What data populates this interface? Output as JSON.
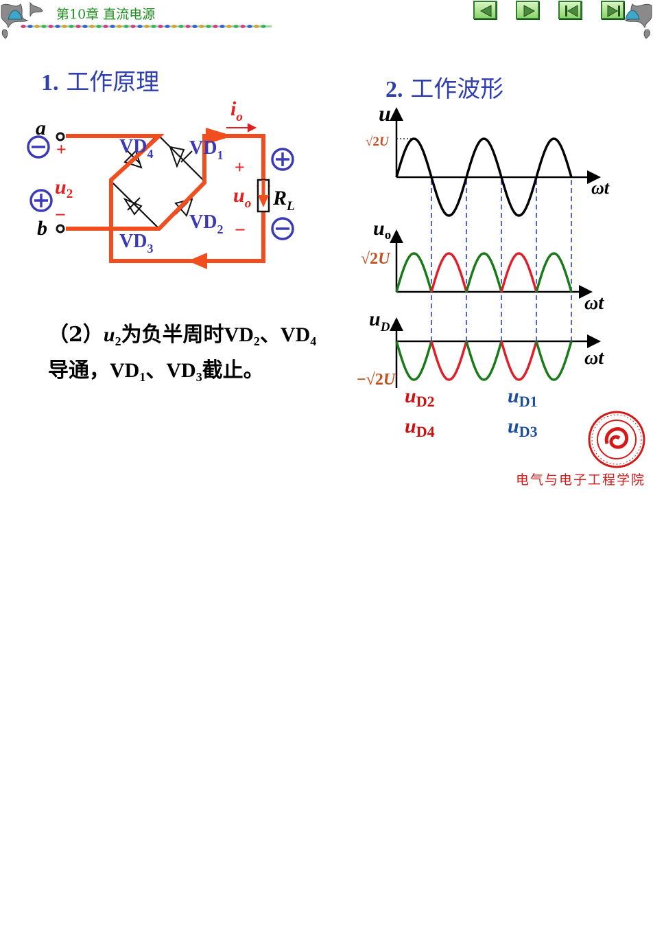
{
  "header": {
    "chapter": "第10章  直流电源",
    "nav": [
      "previous",
      "next",
      "first",
      "last"
    ]
  },
  "section1": {
    "num": "1.",
    "title": "工作原理"
  },
  "section2": {
    "num": "2.",
    "title": "工作波形"
  },
  "circuit": {
    "terminal_a": "a",
    "terminal_b": "b",
    "input_voltage": "u",
    "input_voltage_sub": "2",
    "output_current": "i",
    "output_current_sub": "o",
    "output_voltage": "u",
    "output_voltage_sub": "o",
    "load": "R",
    "load_sub": "L",
    "plus": "+",
    "minus": "−",
    "diodes": [
      {
        "label": "VD",
        "sub": "1"
      },
      {
        "label": "VD",
        "sub": "2"
      },
      {
        "label": "VD",
        "sub": "3"
      },
      {
        "label": "VD",
        "sub": "4"
      }
    ]
  },
  "waveforms": {
    "axis_x": "ωt",
    "u_label": "u",
    "uo_label": "u",
    "uo_sub": "o",
    "ud_label": "u",
    "ud_sub": "D",
    "peak_pos_prefix": "√2",
    "peak_letter": "U",
    "peak_neg_prefix": "−√2",
    "ud_legend": [
      {
        "label": "u",
        "sub": "D2"
      },
      {
        "label": "u",
        "sub": "D4"
      },
      {
        "label": "u",
        "sub": "D1"
      },
      {
        "label": "u",
        "sub": "D3"
      }
    ]
  },
  "description": {
    "p1": "（2）",
    "v1": "u",
    "v1_sub": "2",
    "p2": "为负半周时",
    "d1": "VD",
    "d1_sub": "2",
    "p3": "、",
    "d2": "VD",
    "d2_sub": "4",
    "p4": "导通，",
    "d3": "VD",
    "d3_sub": "1",
    "p5": "、",
    "d4": "VD",
    "d4_sub": "3",
    "p6": "截止。"
  },
  "footer": {
    "college": "电气与电子工程学院"
  },
  "colors": {
    "current_path": "#f04e1e",
    "label_blue": "#3a3ab8",
    "label_red": "#e11f1f",
    "wave_green": "#1a7a1a",
    "wave_red": "#e01e2a",
    "dashed": "#2b3bd1",
    "peak_label": "#c0501e",
    "legend_red": "#cc1111",
    "legend_blue": "#1d4fa0"
  }
}
